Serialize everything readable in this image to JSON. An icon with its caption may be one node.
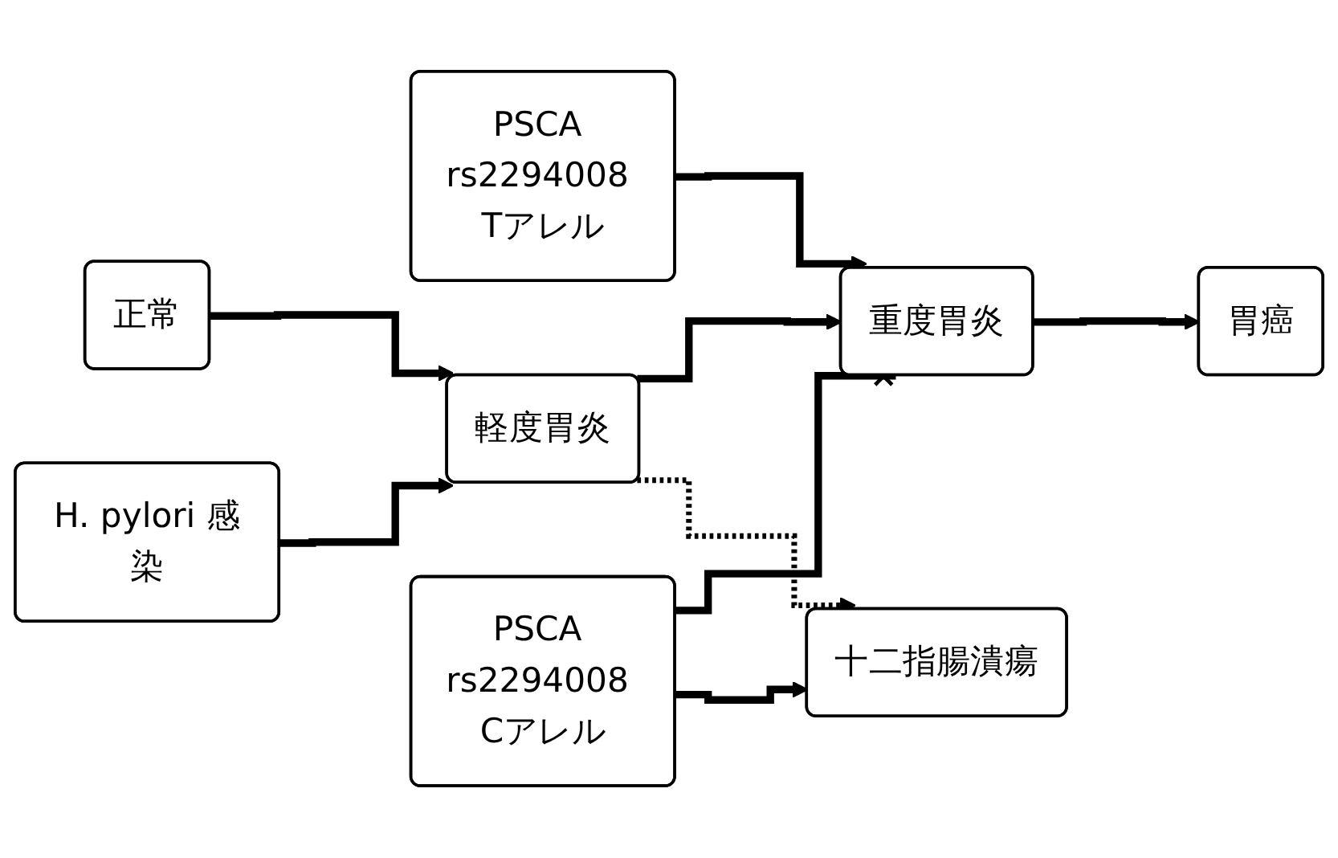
{
  "diagram": {
    "nodes": [
      {
        "text": [
          "H. pylori 感染"
        ]
      },
      {
        "text": [
          "PSCA rs2294008 Tアレル"
        ]
      },
      {
        "text": [
          "正常"
        ]
      },
      {
        "text": [
          "軽度胃炎"
        ]
      },
      {
        "text": [
          "重度胃炎"
        ]
      },
      {
        "text": [
          "胃癌"
        ]
      },
      {
        "text": [
          "PSCA rs2294008 Cアレル"
        ]
      },
      {
        "text": [
          "十二指腸潰瘍"
        ]
      }
    ],
    "edges": [
      {
        "from": 2,
        "to": 3,
        "arrow": "to"
      },
      {
        "from": 0,
        "to": 3,
        "arrow": "to"
      },
      {
        "from": 3,
        "to": 4,
        "arrow": "to"
      },
      {
        "from": 1,
        "to": 4,
        "arrow": "to"
      },
      {
        "from": 6,
        "to": 4,
        "arrow": "other"
      },
      {
        "from": 4,
        "to": 5,
        "arrow": "to"
      },
      {
        "from": 3,
        "to": 7,
        "arrow": "to",
        "style": "dashed"
      },
      {
        "from": 6,
        "to": 7,
        "arrow": "to"
      }
    ]
  }
}
